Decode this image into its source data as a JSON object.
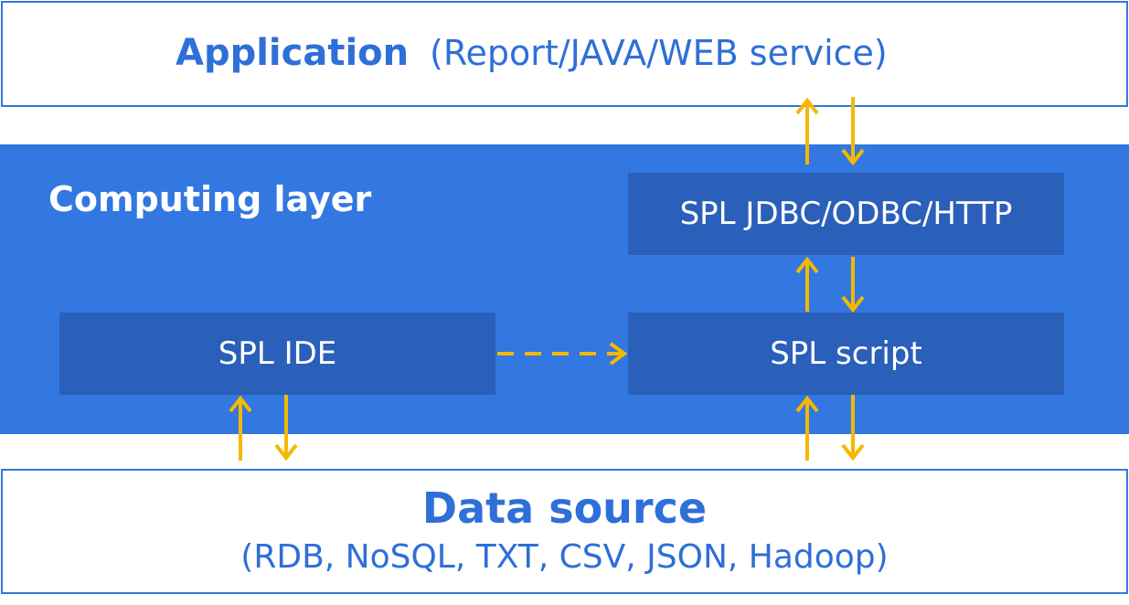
{
  "application": {
    "title": "Application",
    "subtitle": "(Report/JAVA/WEB service)"
  },
  "computing_layer": {
    "title": "Computing layer",
    "nodes": {
      "jdbc": "SPL JDBC/ODBC/HTTP",
      "script": "SPL script",
      "ide": "SPL IDE"
    }
  },
  "data_source": {
    "title": "Data source",
    "subtitle": "(RDB, NoSQL, TXT, CSV, JSON, Hadoop)"
  },
  "colors": {
    "accent_blue": "#3377e0",
    "node_blue": "#2a5fba",
    "arrow_yellow": "#f5b800"
  }
}
